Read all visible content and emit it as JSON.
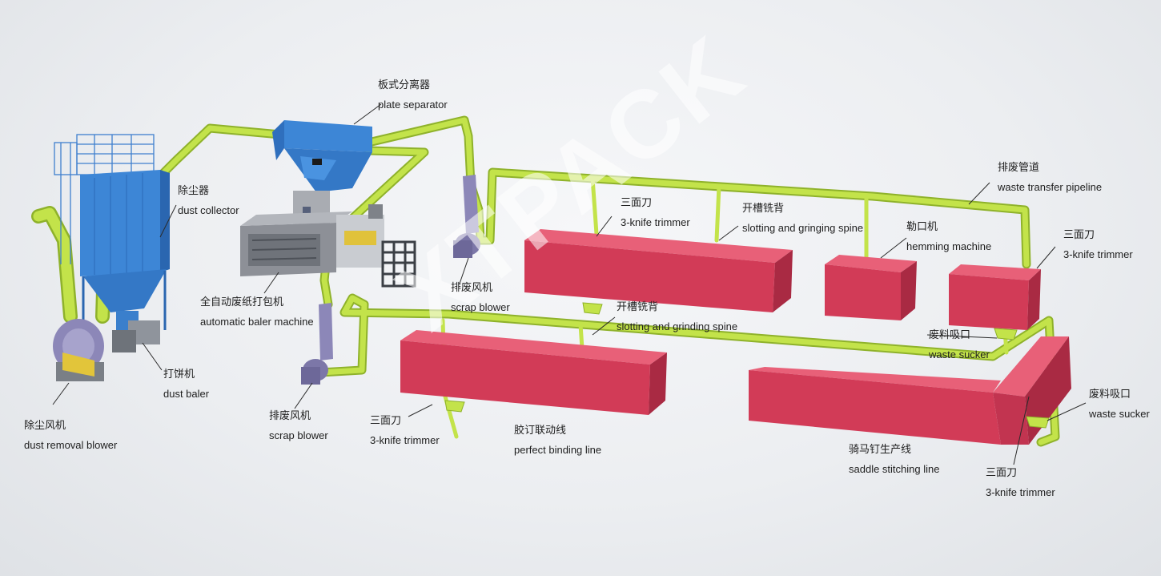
{
  "watermark": "XTPACK",
  "colors": {
    "pipe": "#c3e34a",
    "pipe_edge": "#8fb22b",
    "block_front": "#d23b57",
    "block_top": "#e86078",
    "block_side": "#a92a43",
    "equipment_blue": "#3d86d6",
    "equipment_grey": "#a9acb2",
    "blower_purple": "#8c87b8"
  },
  "labels": {
    "plate_separator": {
      "zh": "板式分离器",
      "en": "plate separator"
    },
    "dust_collector": {
      "zh": "除尘器",
      "en": "dust collector"
    },
    "baler": {
      "zh": "全自动废纸打包机",
      "en": "automatic baler machine"
    },
    "dust_baler": {
      "zh": "打饼机",
      "en": "dust baler"
    },
    "dust_removal_blower": {
      "zh": "除尘风机",
      "en": "dust removal blower"
    },
    "scrap_blower_1": {
      "zh": "排废风机",
      "en": "scrap blower"
    },
    "scrap_blower_2": {
      "zh": "排废风机",
      "en": "scrap blower"
    },
    "trimmer_top": {
      "zh": "三面刀",
      "en": "3-knife trimmer"
    },
    "slotting_top": {
      "zh": "开槽铣背",
      "en": "slotting and gringing spine"
    },
    "hemming": {
      "zh": "勒口机",
      "en": "hemming machine"
    },
    "pipeline": {
      "zh": "排废管道",
      "en": "waste transfer pipeline"
    },
    "trimmer_right": {
      "zh": "三面刀",
      "en": "3-knife trimmer"
    },
    "slotting_mid": {
      "zh": "开槽铣背",
      "en": "slotting and grinding spine"
    },
    "waste_sucker_1": {
      "zh": "废料吸口",
      "en": "waste sucker"
    },
    "waste_sucker_2": {
      "zh": "废料吸口",
      "en": "waste sucker"
    },
    "trimmer_bottom_left": {
      "zh": "三面刀",
      "en": "3-knife trimmer"
    },
    "perfect_binding": {
      "zh": "胶订联动线",
      "en": "perfect binding line"
    },
    "saddle_stitching": {
      "zh": "骑马钉生产线",
      "en": "saddle stitching line"
    },
    "trimmer_bottom_right": {
      "zh": "三面刀",
      "en": "3-knife trimmer"
    }
  }
}
